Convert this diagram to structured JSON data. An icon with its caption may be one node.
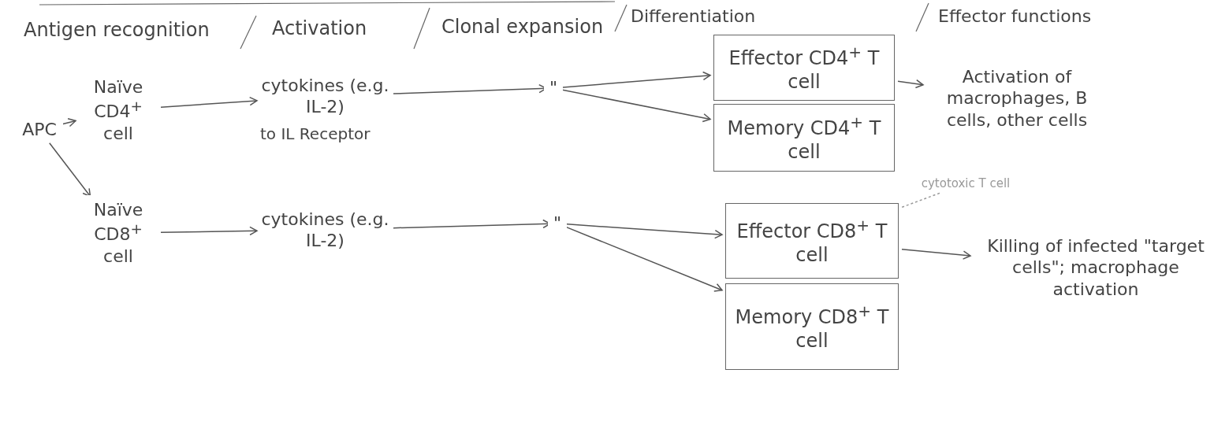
{
  "diagram": {
    "nodes": [
      {
        "text": [
          "APC"
        ]
      },
      {
        "text": [
          "Naïve CD4$^{+}$ cell"
        ]
      },
      {
        "text": [
          "cytokines (e.g. IL-2)"
        ]
      },
      {
        "text": [
          "\""
        ]
      },
      {
        "text": [
          "Effector CD4$^{+}$ T cell"
        ]
      },
      {
        "text": [
          "Memory CD4$^{+}$ T cell"
        ]
      },
      {
        "text": [
          "Activation of macrophages, B cells, other cells"
        ]
      },
      {
        "text": [
          "Naïve CD8$^{+}$ cell"
        ]
      },
      {
        "text": [
          "cytokines (e.g. IL-2)"
        ]
      },
      {
        "text": [
          "\""
        ]
      },
      {
        "text": [
          "Effector CD8$^{+}$ T cell"
        ]
      },
      {
        "text": [
          "Memory CD8$^{+}$ T cell"
        ]
      },
      {
        "text": [
          "Killing of infected \"target cells\"; macrophage activation"
        ]
      },
      {
        "text": [
          "cytotoxic T cell"
        ]
      }
    ],
    "edges": [
      {
        "from": 0,
        "to": 1,
        "arrow": "to"
      },
      {
        "from": 0,
        "to": 7,
        "arrow": "to"
      },
      {
        "from": 1,
        "to": 2,
        "arrow": "to"
      },
      {
        "from": 2,
        "to": 3,
        "arrow": "to"
      },
      {
        "from": 3,
        "to": 4,
        "arrow": "to"
      },
      {
        "from": 3,
        "to": 5,
        "arrow": "to"
      },
      {
        "from": 4,
        "to": 6,
        "arrow": "to"
      },
      {
        "from": 7,
        "to": 8,
        "arrow": "to"
      },
      {
        "from": 8,
        "to": 9,
        "arrow": "to"
      },
      {
        "from": 9,
        "to": 10,
        "arrow": "to"
      },
      {
        "from": 9,
        "to": 11,
        "arrow": "to"
      },
      {
        "from": 10,
        "to": 12,
        "arrow": "to"
      },
      {
        "from": 13,
        "to": 10,
        "arrow": "none",
        "style": "dashed"
      }
    ],
    "labels": [
      "Antigen recognition",
      "Activation",
      "Clonal expansion",
      "Differentiation",
      "Effector functions",
      "to IL Receptor"
    ]
  }
}
